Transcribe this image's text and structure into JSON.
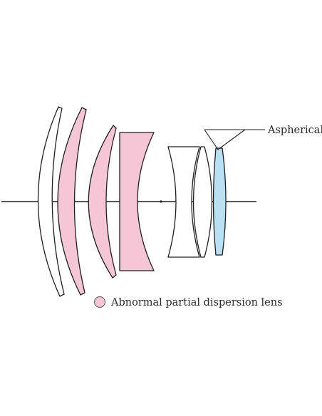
{
  "labels": {
    "aspherical": "Aspherical"
  },
  "legend": {
    "text": "Abnormal partial dispersion lens"
  },
  "colors": {
    "abnormal_dispersion": "#f5c6d6",
    "aspherical": "#b9e1f3",
    "standard": "#ffffff",
    "outline": "#1f1f1f"
  },
  "lens_groups": [
    {
      "element": 1,
      "type": "standard"
    },
    {
      "element": 2,
      "type": "abnormal_dispersion"
    },
    {
      "element": 3,
      "type": "abnormal_dispersion"
    },
    {
      "element": 4,
      "type": "abnormal_dispersion"
    },
    {
      "element": 5,
      "type": "standard"
    },
    {
      "element": 6,
      "type": "standard"
    },
    {
      "element": 7,
      "type": "aspherical"
    }
  ]
}
